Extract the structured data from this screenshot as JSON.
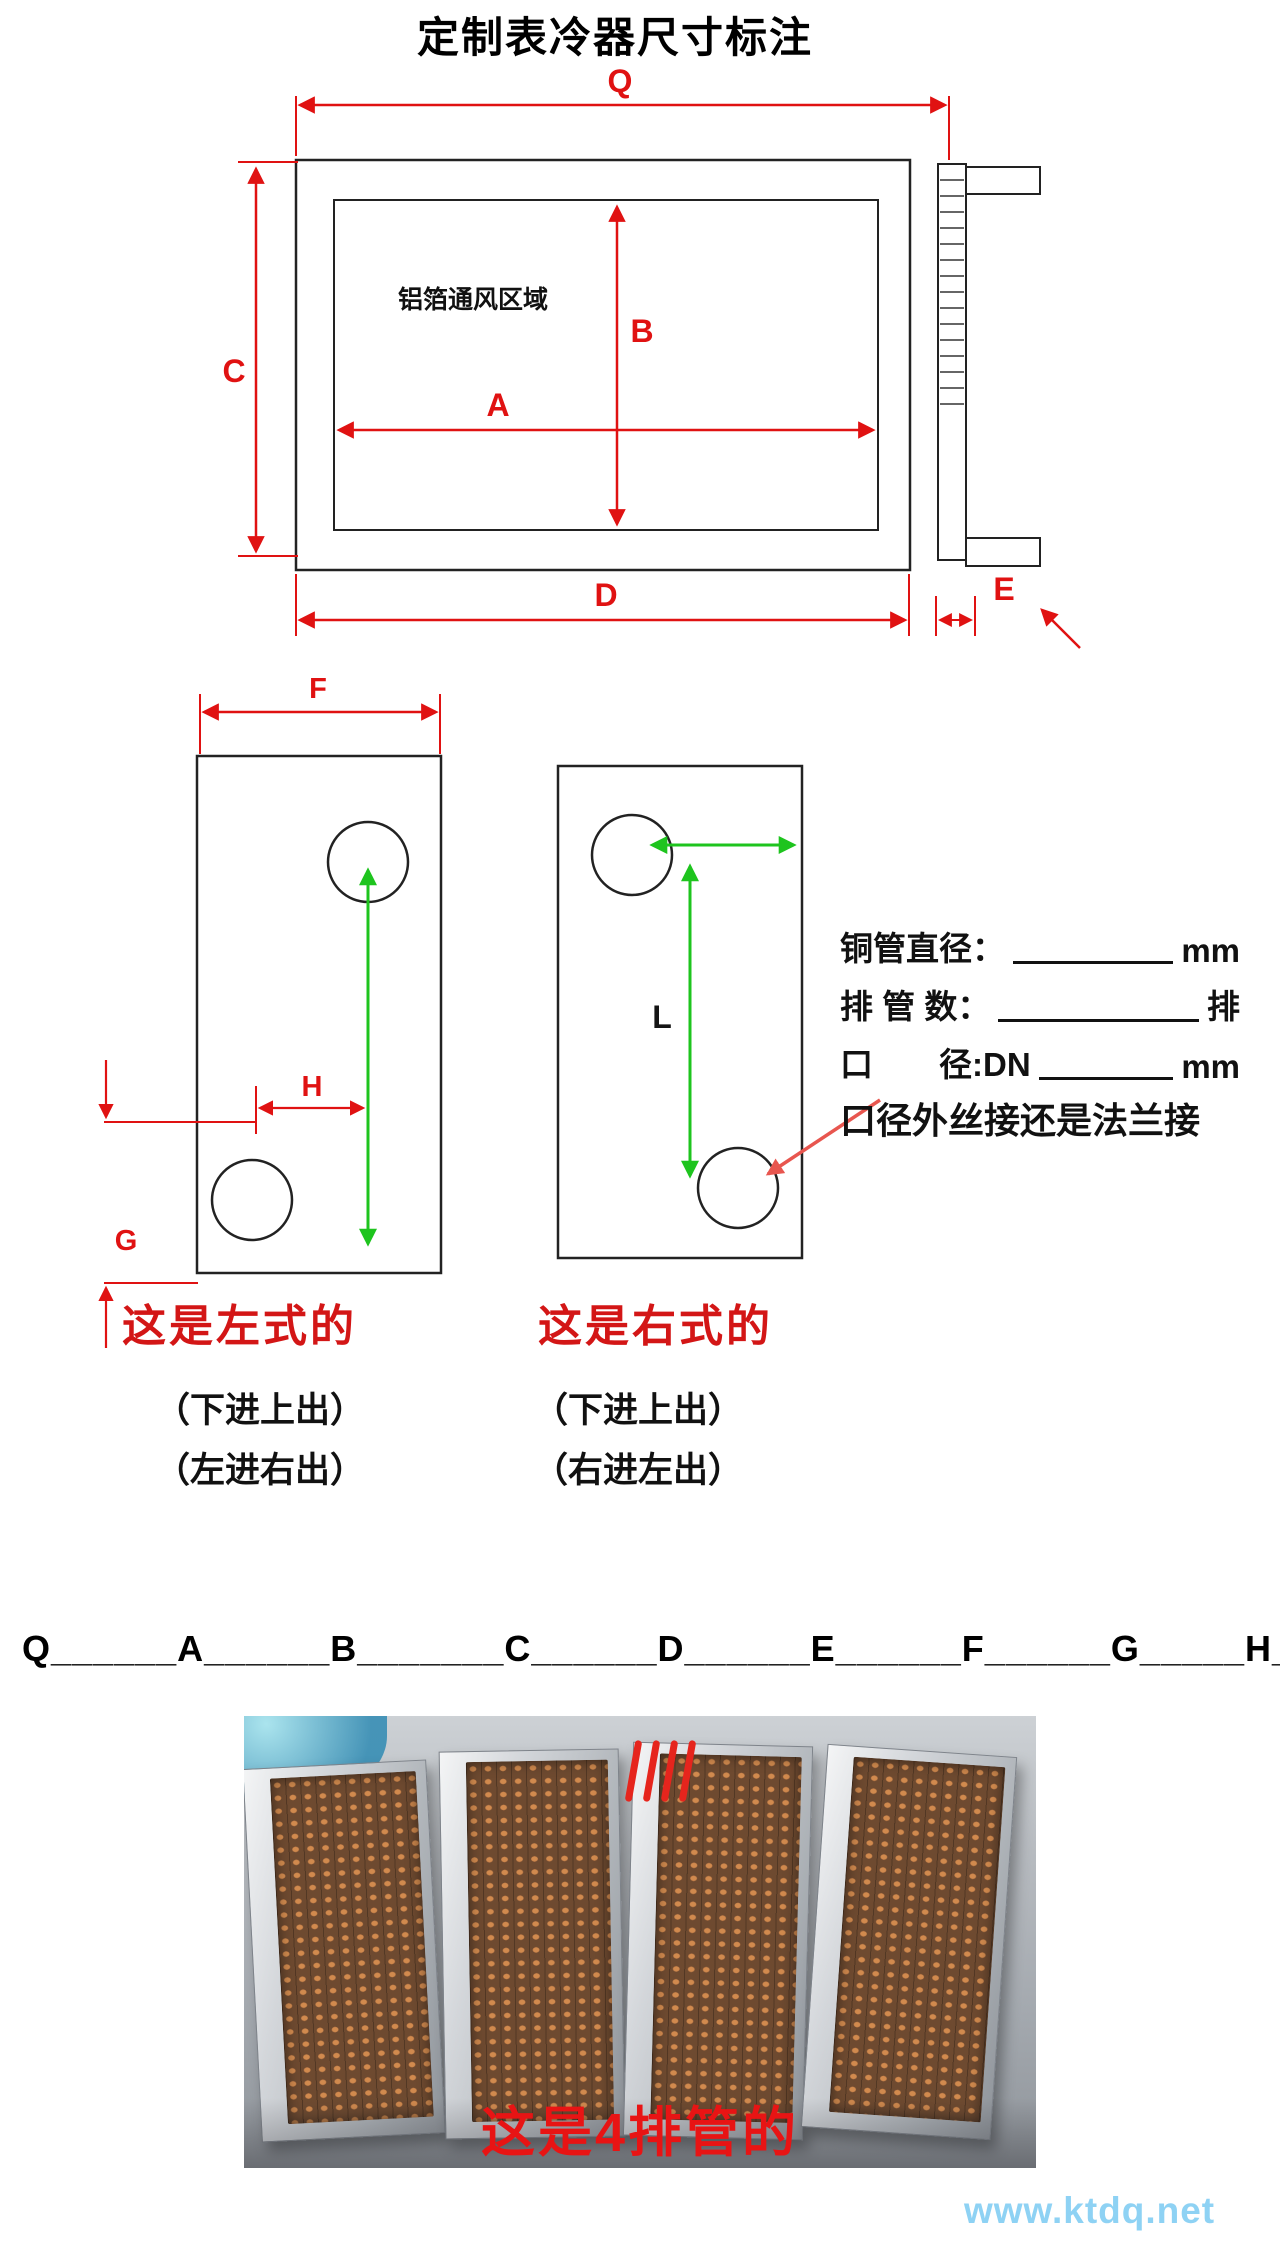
{
  "title": "定制表冷器尺寸标注",
  "front_view": {
    "vent_area_label": "铝箔通风区域",
    "dim_q": "Q",
    "dim_a": "A",
    "dim_b": "B",
    "dim_c": "C",
    "dim_d": "D",
    "dim_e": "E"
  },
  "side_views": {
    "dim_f": "F",
    "dim_h": "H",
    "dim_g": "G",
    "dim_l": "L",
    "left": {
      "caption": "这是左式的",
      "flow_note_1": "（下进上出）",
      "flow_note_2": "（左进右出）"
    },
    "right": {
      "caption": "这是右式的",
      "flow_note_1": "（下进上出）",
      "flow_note_2": "（右进左出）"
    }
  },
  "spec_form": {
    "copper_pipe_diameter_label": "铜管直径：",
    "copper_pipe_diameter_unit": "mm",
    "row_count_label": "排 管 数：",
    "row_count_unit": "排",
    "port_diameter_label": "口　　径:DN",
    "port_diameter_unit": "mm",
    "connection_question": "口径外丝接还是法兰接"
  },
  "dimension_summary": "Q______A______B_______C______D______E______F______G_____H____L____（单位mm）",
  "photo": {
    "caption": "这是4排管的"
  },
  "watermark": "www.ktdq.net",
  "colors": {
    "dimension_red": "#e01212",
    "arrow_green": "#1ec41e",
    "caption_red": "#d31616",
    "copper": "#c07a45",
    "watermark_blue": "#8ed2f4"
  }
}
